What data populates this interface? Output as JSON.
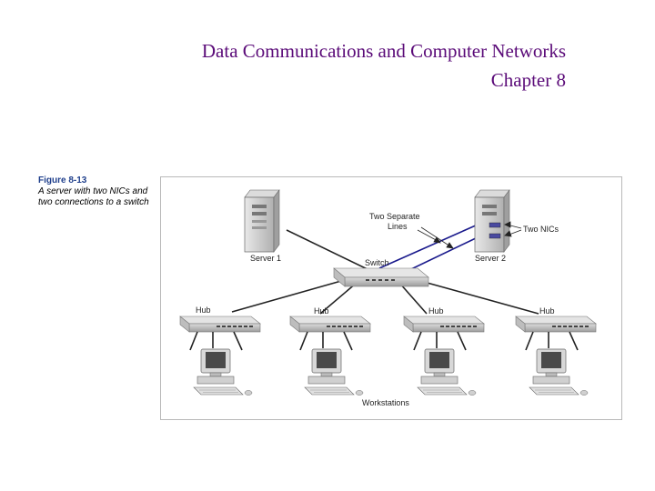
{
  "title": {
    "line1": "Data Communications and Computer Networks",
    "line2": "Chapter 8"
  },
  "colors": {
    "title": "#5a0a78",
    "caption_heading": "#1f3f8c",
    "server_link": "#1a1a8c",
    "cable": "#222222"
  },
  "caption": {
    "heading": "Figure 8-13",
    "text": "A server with two NICs and two connections to a switch"
  },
  "diagram": {
    "server1_label": "Server 1",
    "server2_label": "Server 2",
    "switch_label": "Switch",
    "separate_lines_label_1": "Two Separate",
    "separate_lines_label_2": "Lines",
    "nics_label": "Two NICs",
    "hub_labels": [
      "Hub",
      "Hub",
      "Hub",
      "Hub"
    ],
    "workstations_label": "Workstations"
  }
}
